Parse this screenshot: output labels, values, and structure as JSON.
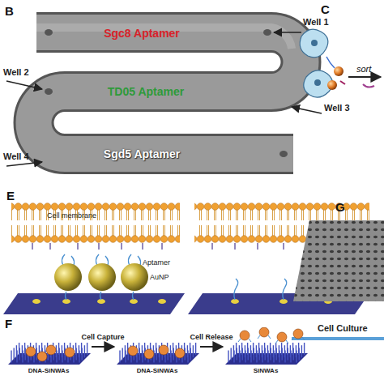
{
  "diagram": {
    "nodes": [
      {
        "text": [
          "Sgc8 Aptamer"
        ]
      },
      {
        "text": [
          "TD05 Aptamer"
        ]
      },
      {
        "text": [
          "Sgd5 Aptamer"
        ]
      },
      {
        "text": [
          "DNA-SiNWAs"
        ]
      },
      {
        "text": [
          "DNA-SiNWAs"
        ]
      },
      {
        "text": [
          "SiNWAs"
        ]
      }
    ],
    "edges": [
      {
        "from": 3,
        "to": 4,
        "arrow": "to",
        "label": "Cell Capture"
      },
      {
        "from": 4,
        "to": 5,
        "arrow": "to",
        "label": "Cell Release"
      }
    ],
    "labels": [
      "B",
      "Well 1",
      "Well 2",
      "Well 3",
      "Well 4",
      "C",
      "sort",
      "E",
      "Cell membrane",
      "Aptamer",
      "AuNP",
      "G",
      "F",
      "Cell Culture"
    ]
  }
}
